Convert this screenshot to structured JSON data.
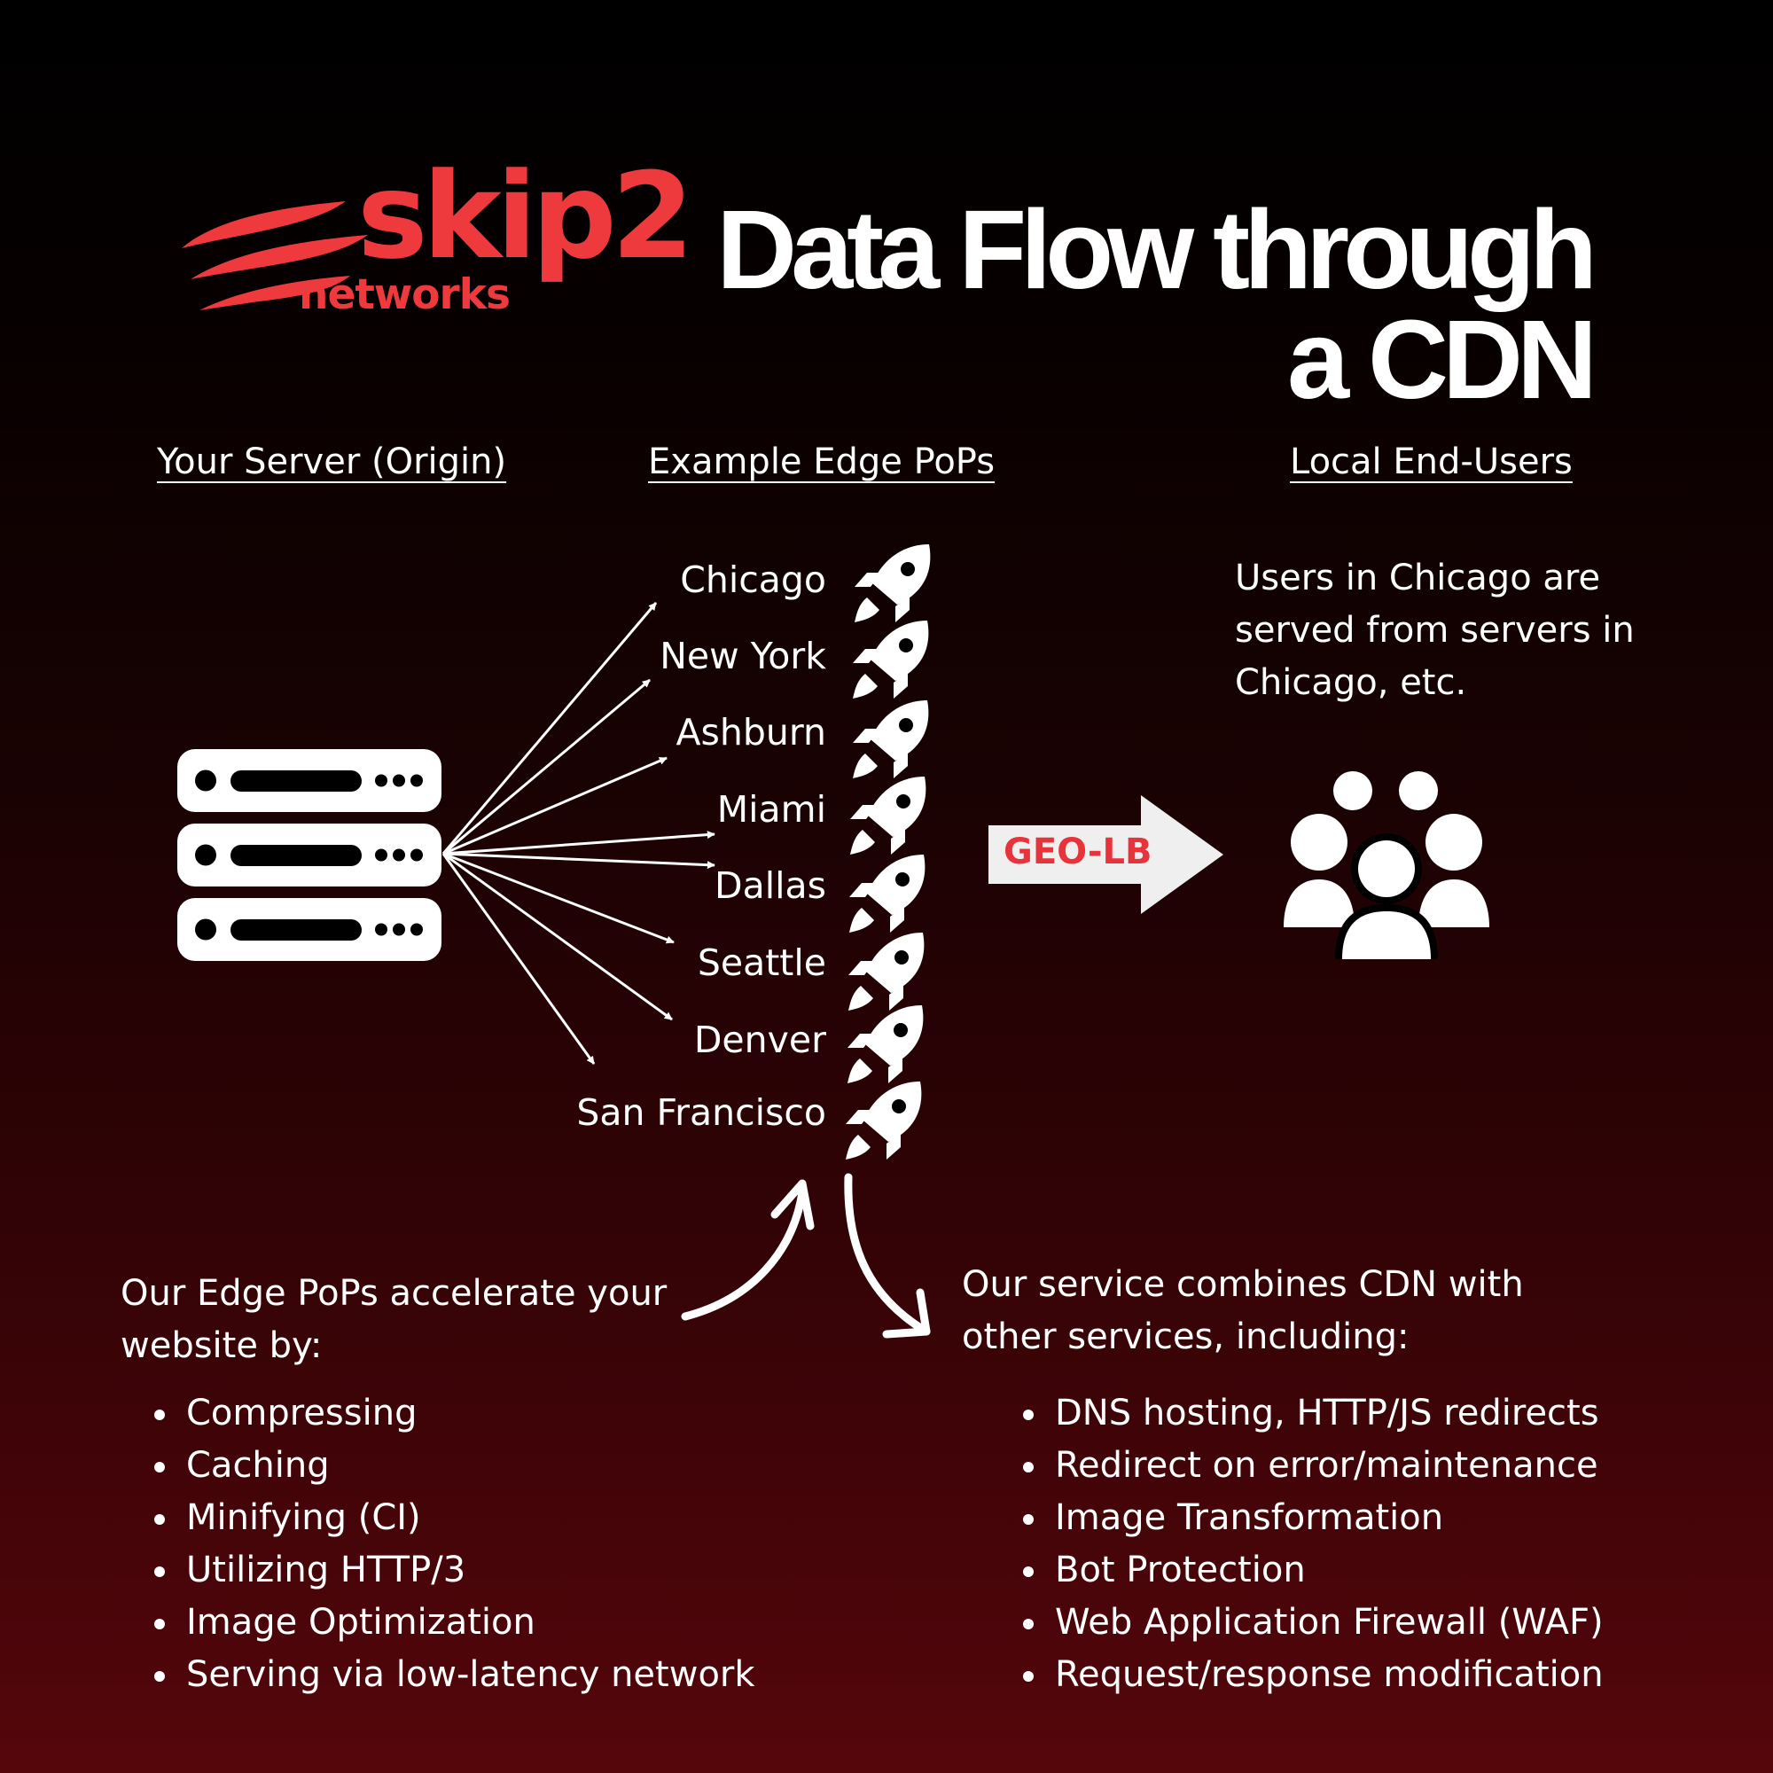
{
  "brand": {
    "name": "skip2",
    "sub": "networks",
    "color": "#ee3a3c"
  },
  "title": {
    "line1": "Data Flow through",
    "line2": "a CDN"
  },
  "columns": {
    "origin": "Your Server (Origin)",
    "edge": "Example Edge PoPs",
    "users": "Local End-Users"
  },
  "cities": [
    "Chicago",
    "New York",
    "Ashburn",
    "Miami",
    "Dallas",
    "Seattle",
    "Denver",
    "San Francisco"
  ],
  "users_text": "Users in Chicago are served from servers in Chicago, etc.",
  "geo_lb": "GEO-LB",
  "accelerate": {
    "intro": "Our Edge PoPs accelerate your website by:",
    "items": [
      "Compressing",
      "Caching",
      "Minifying (CI)",
      "Utilizing HTTP/3",
      "Image Optimization",
      "Serving via low-latency network"
    ]
  },
  "services": {
    "intro": "Our service combines CDN with other services, including:",
    "items": [
      "DNS hosting, HTTP/JS redirects",
      "Redirect on error/maintenance",
      "Image Transformation",
      "Bot Protection",
      "Web Application Firewall (WAF)",
      "Request/response modification"
    ]
  },
  "icons": {
    "server": "server-rack-icon",
    "pop": "rocket-icon",
    "users": "user-group-icon",
    "arrow": "arrow-right-icon"
  },
  "colors": {
    "accent": "#e8333a",
    "text": "#ffffff"
  }
}
